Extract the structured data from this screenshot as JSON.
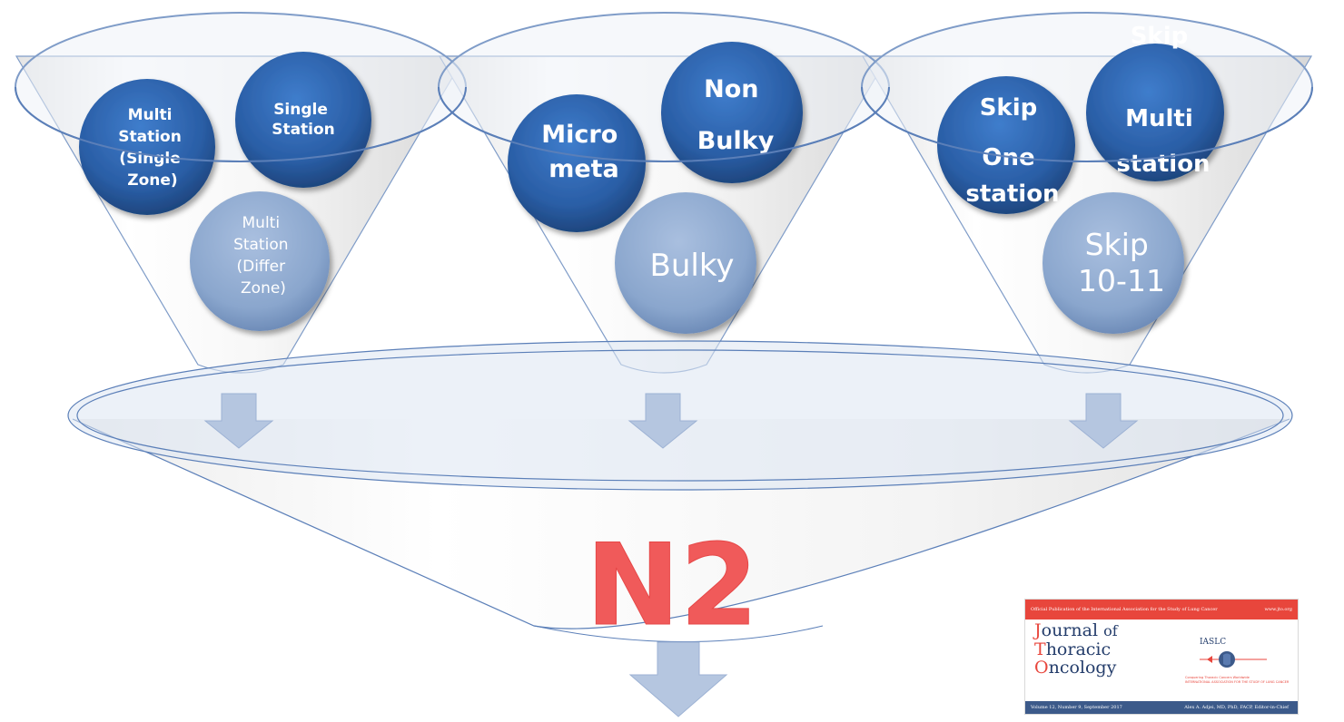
{
  "funnels": [
    {
      "id": "left",
      "circles": [
        {
          "lines": [
            "Multi",
            "Station",
            "(Single",
            "Zone)"
          ],
          "style": "dark"
        },
        {
          "lines": [
            "Single",
            "Station"
          ],
          "style": "dark"
        },
        {
          "lines": [
            "Multi",
            "Station",
            "(Differ",
            "Zone)"
          ],
          "style": "light"
        }
      ]
    },
    {
      "id": "middle",
      "circles": [
        {
          "lines": [
            "Micro",
            "meta"
          ],
          "style": "dark"
        },
        {
          "lines": [
            "Non",
            "Bulky"
          ],
          "style": "dark"
        },
        {
          "lines": [
            "Bulky"
          ],
          "style": "light"
        }
      ]
    },
    {
      "id": "right",
      "circles": [
        {
          "lines": [
            "Skip",
            "One",
            "station"
          ],
          "style": "dark"
        },
        {
          "lines": [
            "Skip",
            "Multi",
            "station"
          ],
          "style": "dark"
        },
        {
          "lines": [
            "Skip",
            "10-11"
          ],
          "style": "light"
        }
      ]
    }
  ],
  "result": {
    "label": "N2",
    "color": "#f05a5a"
  },
  "colors": {
    "dark_circle": "#2e64ac",
    "light_circle": "#8ea9cf",
    "arrow": "#b5c6e0",
    "funnel_stroke": "#5b7fb8"
  },
  "journal_cover": {
    "top_text": "Official Publication of the International Association for the Study of Lung Cancer",
    "url": "www.jto.org",
    "title_line1_cap": "J",
    "title_line1_rest": "ournal",
    "title_line1_of": "of",
    "title_line2_cap": "T",
    "title_line2_rest": "horacic",
    "title_line3_cap": "O",
    "title_line3_rest": "ncology",
    "society": "IASLC",
    "society_tagline": "Conquering Thoracic Cancers Worldwide",
    "society_full": "INTERNATIONAL ASSOCIATION FOR THE STUDY OF LUNG CANCER",
    "volume": "Volume 12, Number 9, September 2017",
    "editor": "Alex A. Adjei, MD, PhD, FACP, Editor-in-Chief"
  }
}
